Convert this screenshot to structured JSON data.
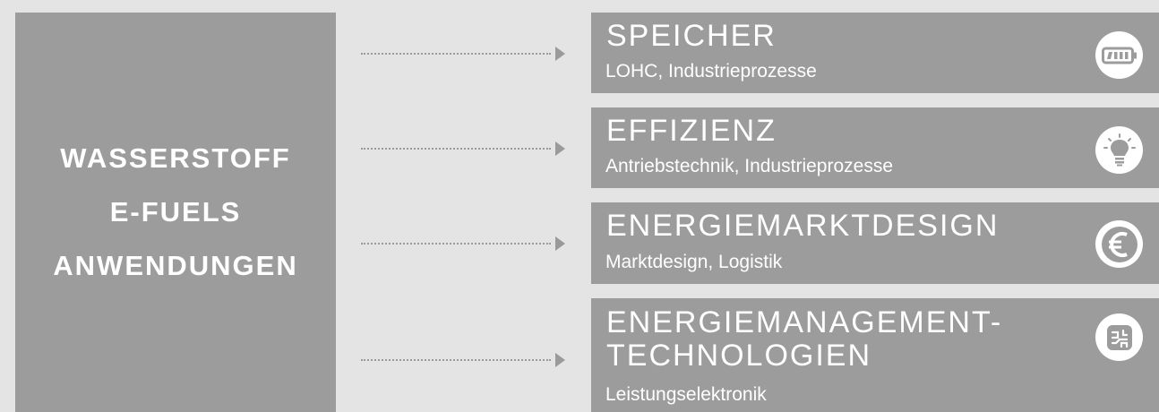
{
  "left": {
    "lines": [
      "WASSERSTOFF",
      "E-FUELS",
      "ANWENDUNGEN"
    ]
  },
  "boxes": [
    {
      "title": "SPEICHER",
      "subtitle": "LOHC, Industrieprozesse",
      "icon": "battery-icon"
    },
    {
      "title": "EFFIZIENZ",
      "subtitle": "Antriebstechnik, Industrieprozesse",
      "icon": "lightbulb-icon"
    },
    {
      "title": "ENERGIEMARKTDESIGN",
      "subtitle": "Marktdesign, Logistik",
      "icon": "euro-icon"
    },
    {
      "title_line1": "ENERGIEMANAGEMENT-",
      "title_line2": "TECHNOLOGIEN",
      "subtitle": "Leistungselektronik",
      "icon": "circuit-icon"
    }
  ],
  "colors": {
    "background": "#e4e4e4",
    "panel": "#9c9c9c",
    "text": "#ffffff",
    "connector": "#9a9a9a"
  }
}
